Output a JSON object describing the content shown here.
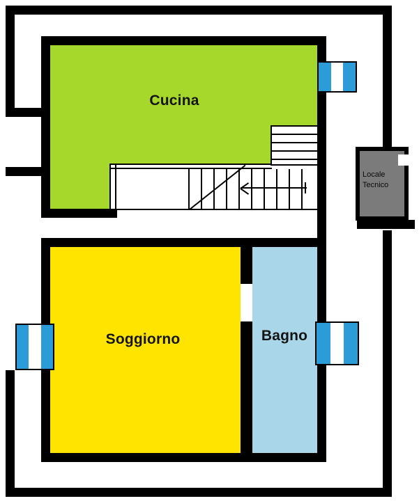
{
  "plan": {
    "type": "apartment-floor-plan",
    "rooms": {
      "cucina": {
        "label": "Cucina",
        "color": "#a6d82c"
      },
      "soggiorno": {
        "label": "Soggiorno",
        "color": "#ffe400"
      },
      "bagno": {
        "label": "Bagno",
        "color": "#a9d6e8"
      },
      "locale_tecnico": {
        "label": "Locale Tecnico",
        "line1": "Locale",
        "line2": "Tecnico",
        "color": "#7b7b7b"
      }
    },
    "features": {
      "staircase": "stairs with direction arrow and break line",
      "windows": [
        "top-right wall",
        "left wall",
        "right wall"
      ]
    },
    "colors": {
      "wall": "#000000",
      "window": "#2b9cd8",
      "background": "#ffffff"
    }
  }
}
